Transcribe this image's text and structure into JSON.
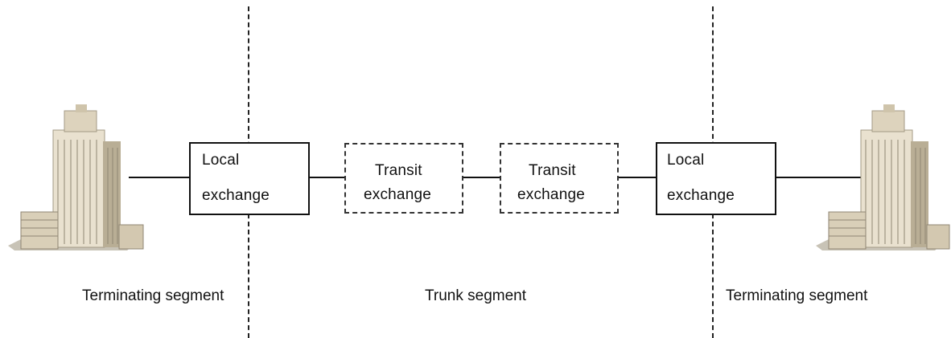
{
  "diagram": {
    "left_local_exchange": {
      "line1": "Local",
      "line2": "exchange"
    },
    "transit_exchange_1": {
      "line1": "Transit",
      "line2": "exchange"
    },
    "transit_exchange_2": {
      "line1": "Transit",
      "line2": "exchange"
    },
    "right_local_exchange": {
      "line1": "Local",
      "line2": "exchange"
    },
    "segments": {
      "left": "Terminating segment",
      "middle": "Trunk segment",
      "right": "Terminating segment"
    },
    "icons": {
      "left_building": "office-building-icon",
      "right_building": "office-building-icon"
    },
    "colors": {
      "line": "#111111",
      "building_light": "#ece4d2",
      "building_mid": "#c9bea6",
      "building_dark": "#8f8673"
    }
  }
}
